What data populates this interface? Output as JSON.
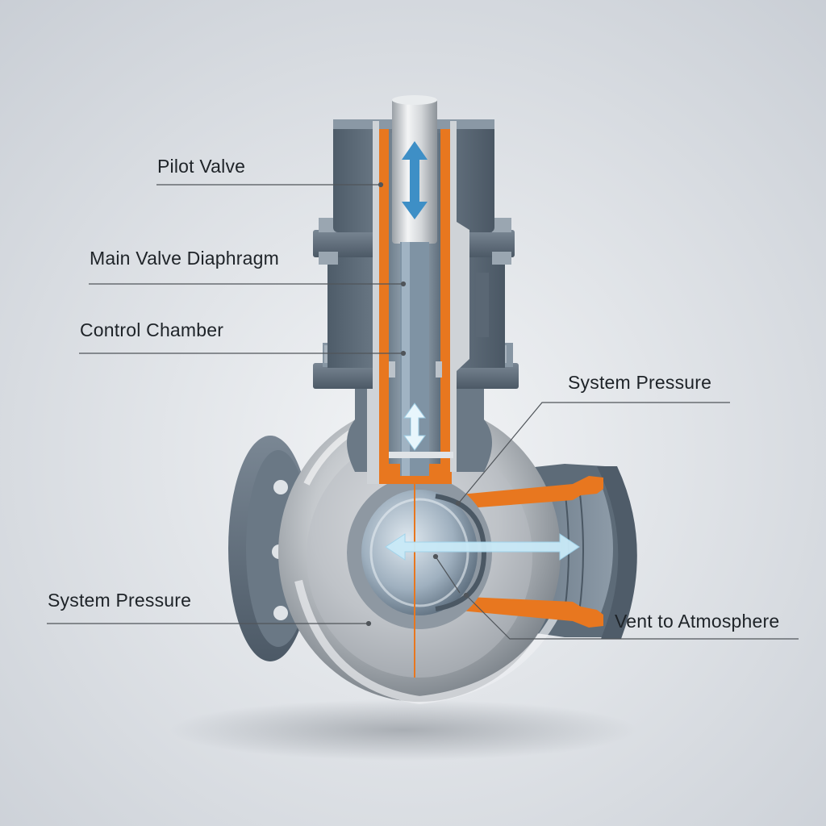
{
  "diagram": {
    "labels": {
      "pilot_valve": "Pilot Valve",
      "main_valve_diaphragm": "Main Valve Diaphragm",
      "control_chamber": "Control Chamber",
      "system_pressure_right": "System Pressure",
      "system_pressure_left": "System Pressure",
      "vent_to_atmosphere": "Vent to Atmosphere"
    },
    "colors": {
      "background_light": "#eef1f4",
      "background_dark": "#c9ced5",
      "housing_steel_blue": "#5f6e7c",
      "seal_orange": "#e8771f",
      "body_chrome": "#c8ccd0",
      "flow_arrow": "#bfe3f5",
      "vertical_arrow": "#3e8fc6",
      "leader_line": "#50555a"
    },
    "icons": {
      "double_arrow_vertical": "double-arrow-vertical-icon",
      "double_arrow_horizontal": "double-arrow-horizontal-icon"
    }
  }
}
